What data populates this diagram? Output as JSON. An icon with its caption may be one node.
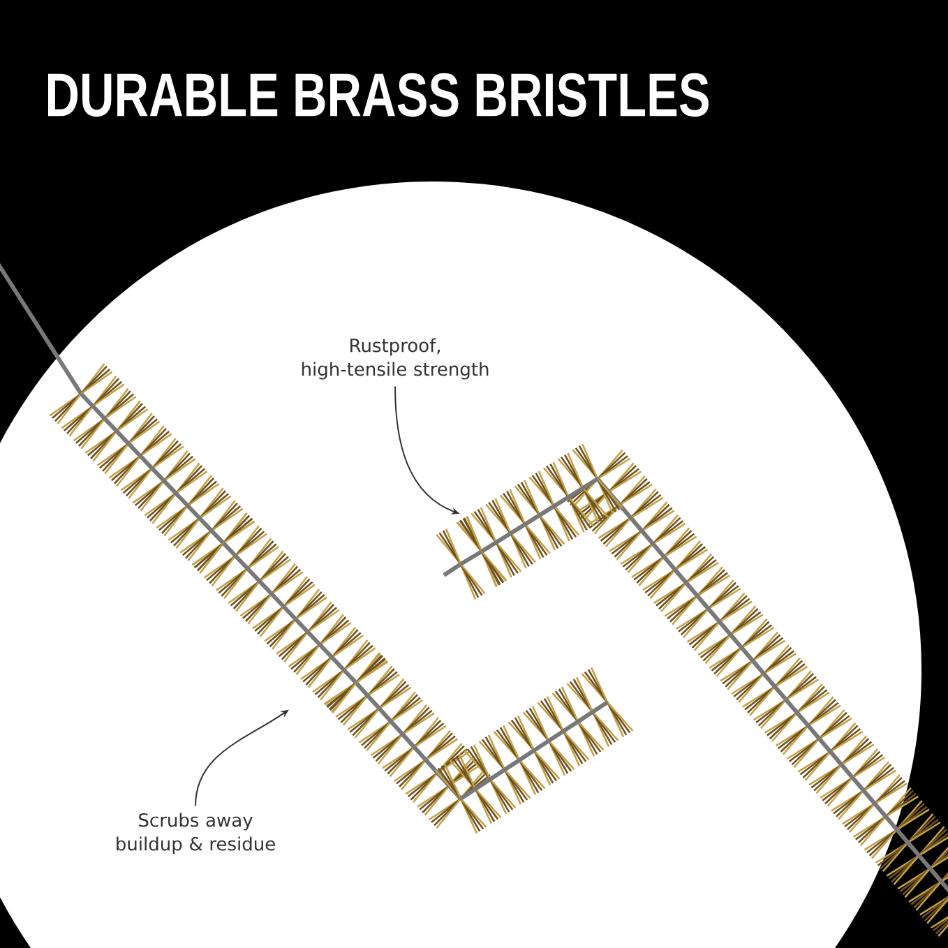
{
  "diagram": {
    "title": "DURABLE BRASS BRISTLES",
    "nodes": [
      {
        "text": [
          "Rustproof, high-tensile strength"
        ]
      },
      {
        "text": [],
        "shape": "picture"
      },
      {
        "text": [
          "Scrubs away buildup & residue"
        ]
      },
      {
        "text": [],
        "shape": "picture"
      }
    ],
    "edges": [
      {
        "from": 0,
        "to": 3,
        "arrow": "to"
      },
      {
        "from": 2,
        "to": 1,
        "arrow": "to"
      }
    ]
  }
}
